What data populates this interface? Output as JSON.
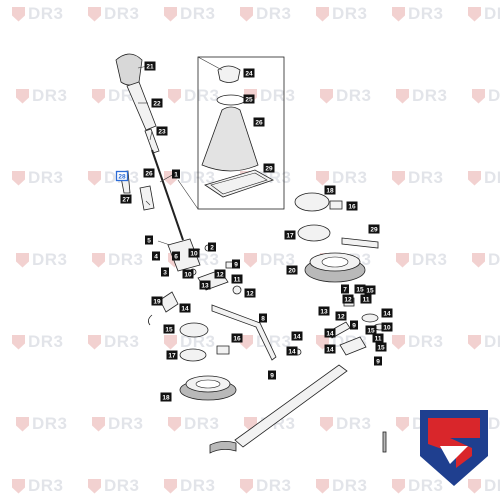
{
  "watermark": {
    "text": "DR3"
  },
  "brand": {
    "primary": "#1f3f8f",
    "accent": "#d9262b"
  },
  "callouts": [
    {
      "id": "21",
      "label": "21"
    },
    {
      "id": "22",
      "label": "22"
    },
    {
      "id": "23",
      "label": "23"
    },
    {
      "id": "24",
      "label": "24"
    },
    {
      "id": "25",
      "label": "25"
    },
    {
      "id": "26",
      "label": "26"
    },
    {
      "id": "28",
      "label": "28"
    },
    {
      "id": "26b",
      "label": "26"
    },
    {
      "id": "1",
      "label": "1"
    },
    {
      "id": "29",
      "label": "29"
    },
    {
      "id": "27",
      "label": "27"
    },
    {
      "id": "18a",
      "label": "18"
    },
    {
      "id": "16a",
      "label": "16"
    },
    {
      "id": "17a",
      "label": "17"
    },
    {
      "id": "29b",
      "label": "29"
    },
    {
      "id": "15a",
      "label": "15"
    },
    {
      "id": "5",
      "label": "5"
    },
    {
      "id": "2",
      "label": "2"
    },
    {
      "id": "10a",
      "label": "10"
    },
    {
      "id": "4",
      "label": "4"
    },
    {
      "id": "6",
      "label": "6"
    },
    {
      "id": "9a",
      "label": "9"
    },
    {
      "id": "3",
      "label": "3"
    },
    {
      "id": "12a",
      "label": "12"
    },
    {
      "id": "10b",
      "label": "10"
    },
    {
      "id": "11a",
      "label": "11"
    },
    {
      "id": "20",
      "label": "20"
    },
    {
      "id": "13a",
      "label": "13"
    },
    {
      "id": "12b",
      "label": "12"
    },
    {
      "id": "19",
      "label": "19"
    },
    {
      "id": "14a",
      "label": "14"
    },
    {
      "id": "8",
      "label": "8"
    },
    {
      "id": "15b",
      "label": "15"
    },
    {
      "id": "16b",
      "label": "16"
    },
    {
      "id": "14b",
      "label": "14"
    },
    {
      "id": "17b",
      "label": "17"
    },
    {
      "id": "14c",
      "label": "14"
    },
    {
      "id": "9b",
      "label": "9"
    },
    {
      "id": "18b",
      "label": "18"
    },
    {
      "id": "7",
      "label": "7"
    },
    {
      "id": "12c",
      "label": "12"
    },
    {
      "id": "15c",
      "label": "15"
    },
    {
      "id": "11b",
      "label": "11"
    },
    {
      "id": "13b",
      "label": "13"
    },
    {
      "id": "12d",
      "label": "12"
    },
    {
      "id": "14d",
      "label": "14"
    },
    {
      "id": "9c",
      "label": "9"
    },
    {
      "id": "11c",
      "label": "11"
    },
    {
      "id": "14e",
      "label": "14"
    },
    {
      "id": "15d",
      "label": "15"
    },
    {
      "id": "10c",
      "label": "10"
    },
    {
      "id": "15e",
      "label": "15"
    },
    {
      "id": "14f",
      "label": "14"
    },
    {
      "id": "9d",
      "label": "9"
    }
  ]
}
